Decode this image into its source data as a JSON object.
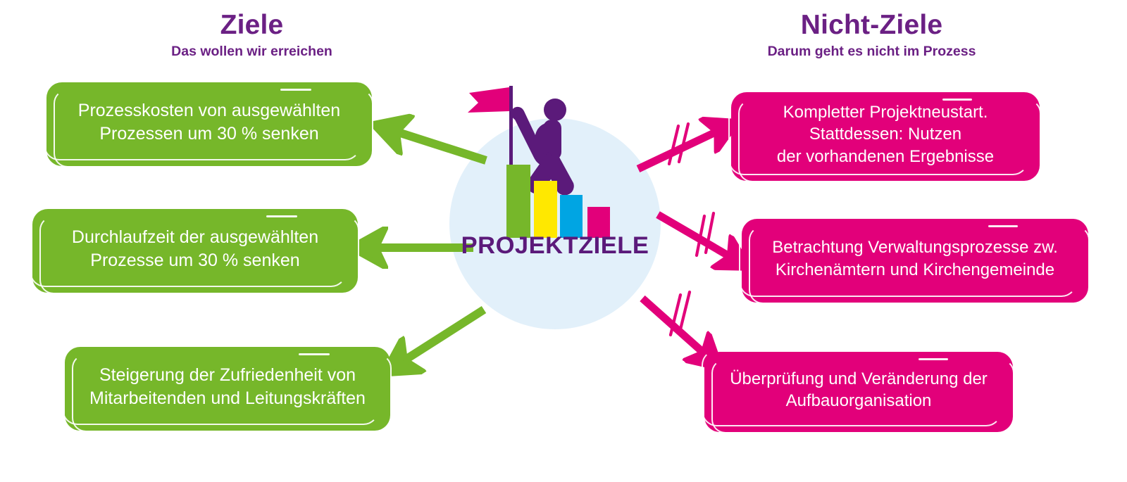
{
  "headers": {
    "left": {
      "title": "Ziele",
      "subtitle": "Das wollen wir erreichen"
    },
    "right": {
      "title": "Nicht-Ziele",
      "subtitle": "Darum geht es nicht im Prozess"
    }
  },
  "center": {
    "label": "PROJEKTZIELE",
    "icon": "bar-chart-person-flag-icon",
    "circle_color": "#e2f0fa",
    "label_color": "#5b1a7a"
  },
  "goals": [
    {
      "line1": "Prozesskosten von ausgewählten",
      "line2": "Prozessen um 30 % senken",
      "line3": ""
    },
    {
      "line1": "Durchlaufzeit der ausgewählten",
      "line2": "Prozesse um 30 % senken",
      "line3": ""
    },
    {
      "line1": "Steigerung der Zufriedenheit von",
      "line2": "Mitarbeitenden und Leitungskräften",
      "line3": ""
    }
  ],
  "non_goals": [
    {
      "line1": "Kompletter Projektneustart.",
      "line2": "Stattdessen: Nutzen",
      "line3": "der vorhandenen Ergebnisse"
    },
    {
      "line1": "Betrachtung Verwaltungsprozesse zw.",
      "line2": "Kirchenämtern und Kirchengemeinde",
      "line3": ""
    },
    {
      "line1": "Überprüfung und Veränderung der",
      "line2": "Aufbauorganisation",
      "line3": ""
    }
  ],
  "colors": {
    "green": "#76b72a",
    "pink": "#e2007a",
    "purple": "#6b2084",
    "yellow": "#ffe800",
    "blue": "#00a5e3",
    "light_blue": "#e2f0fa"
  },
  "chart_icon": {
    "bars": [
      {
        "color": "#76b72a",
        "height": 100
      },
      {
        "color": "#ffe800",
        "height": 76
      },
      {
        "color": "#00a5e3",
        "height": 56
      },
      {
        "color": "#e2007a",
        "height": 38
      }
    ]
  },
  "arrows": {
    "goal_arrow_color": "#76b72a",
    "non_goal_arrow_color": "#e2007a",
    "non_goal_marker": "double-slash-negation"
  }
}
